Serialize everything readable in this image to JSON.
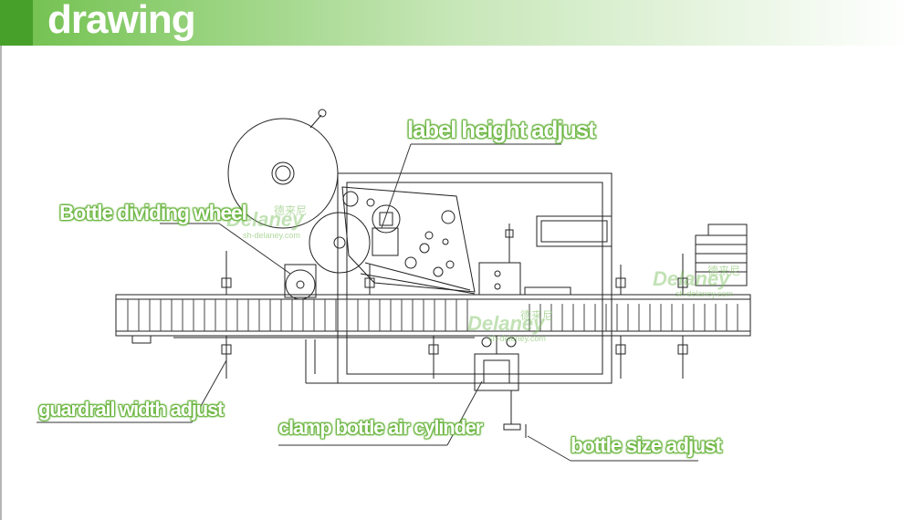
{
  "header": {
    "title": "drawing",
    "colors": {
      "dark_green": "#47a02a",
      "light_green": "#8fcf73"
    }
  },
  "labels": {
    "label_height_adjust": "label height adjust",
    "bottle_dividing_wheel": "Bottle dividing wheel",
    "guardrail_width_adjust": "guardrail width adjust",
    "clamp_bottle_air_cylinder": "clamp bottle air cylinder",
    "bottle_size_adjust": "bottle size adjust"
  },
  "watermarks": {
    "brand": "Delaney",
    "site": "sh-delaney.com",
    "chinese": "德来尼"
  }
}
